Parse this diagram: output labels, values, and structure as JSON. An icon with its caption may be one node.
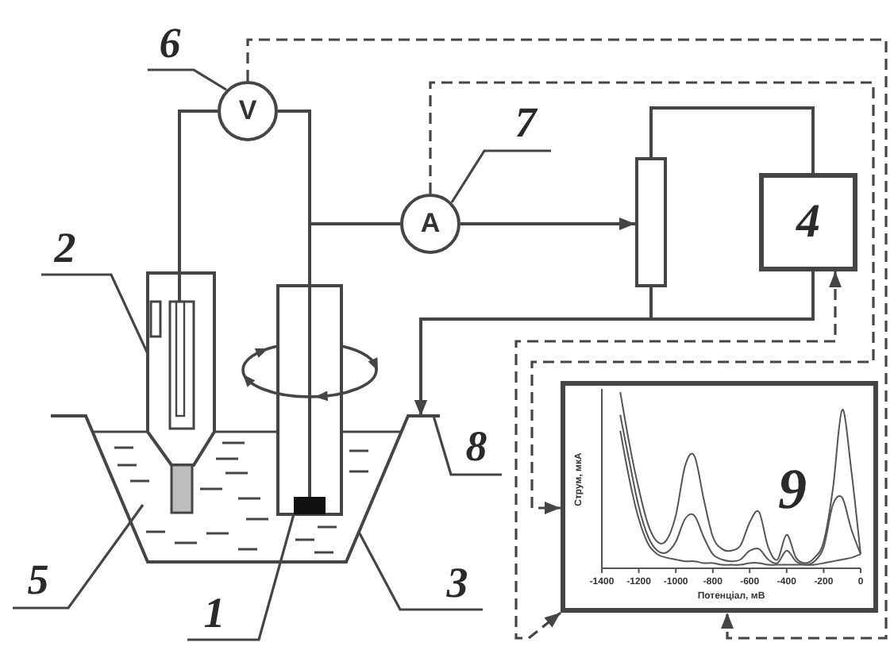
{
  "diagram": {
    "nodes": [
      {
        "text": [
          "6"
        ]
      },
      {
        "text": [
          "V"
        ]
      },
      {
        "text": [
          "7"
        ]
      },
      {
        "text": [
          "A"
        ]
      },
      {
        "text": [],
        "shape": "box"
      },
      {
        "text": [
          "4"
        ]
      },
      {
        "text": [
          "2"
        ]
      },
      {
        "text": [],
        "shape": "tube"
      },
      {
        "text": [],
        "shape": "tube"
      },
      {
        "text": [],
        "shape": "box"
      },
      {
        "text": [],
        "shape": "trapezoid"
      },
      {
        "text": [],
        "shape": "liquid",
        "in": 10
      },
      {
        "text": [
          "8"
        ]
      },
      {
        "text": [
          "9"
        ]
      },
      {
        "text": [
          "5"
        ]
      },
      {
        "text": [
          "1"
        ]
      },
      {
        "text": [
          "3"
        ]
      }
    ],
    "edges": [
      {
        "from": 0,
        "to": 1,
        "arrow": "none"
      },
      {
        "from": 2,
        "to": 3,
        "arrow": "none"
      },
      {
        "from": 6,
        "to": 7,
        "arrow": "none"
      },
      {
        "from": 12,
        "to": 10,
        "arrow": "none"
      },
      {
        "from": 14,
        "to": 11,
        "arrow": "none"
      },
      {
        "from": 15,
        "to": 9,
        "arrow": "none"
      },
      {
        "from": 16,
        "to": 10,
        "arrow": "none"
      },
      {
        "from": 1,
        "to": 7,
        "arrow": "none"
      },
      {
        "from": 1,
        "to": 8,
        "arrow": "none"
      },
      {
        "from": 3,
        "to": 8,
        "arrow": "none"
      },
      {
        "from": 3,
        "to": 4,
        "arrow": "to"
      },
      {
        "from": 4,
        "to": 5,
        "arrow": "none"
      },
      {
        "from": 4,
        "to": 10,
        "arrow": "to"
      },
      {
        "from": 5,
        "to": 10,
        "arrow": "to"
      },
      {
        "from": 1,
        "to": 13,
        "arrow": "to",
        "style": "dashed"
      },
      {
        "from": 3,
        "to": 13,
        "arrow": "to",
        "style": "dashed"
      },
      {
        "from": 5,
        "to": 13,
        "arrow": "both",
        "style": "dashed"
      }
    ],
    "labels": [
      "Струм, мкА",
      "-1400",
      "-1200",
      "-1000",
      "-800",
      "-600",
      "-400",
      "-200",
      "0",
      "Потенціал, мВ"
    ]
  }
}
